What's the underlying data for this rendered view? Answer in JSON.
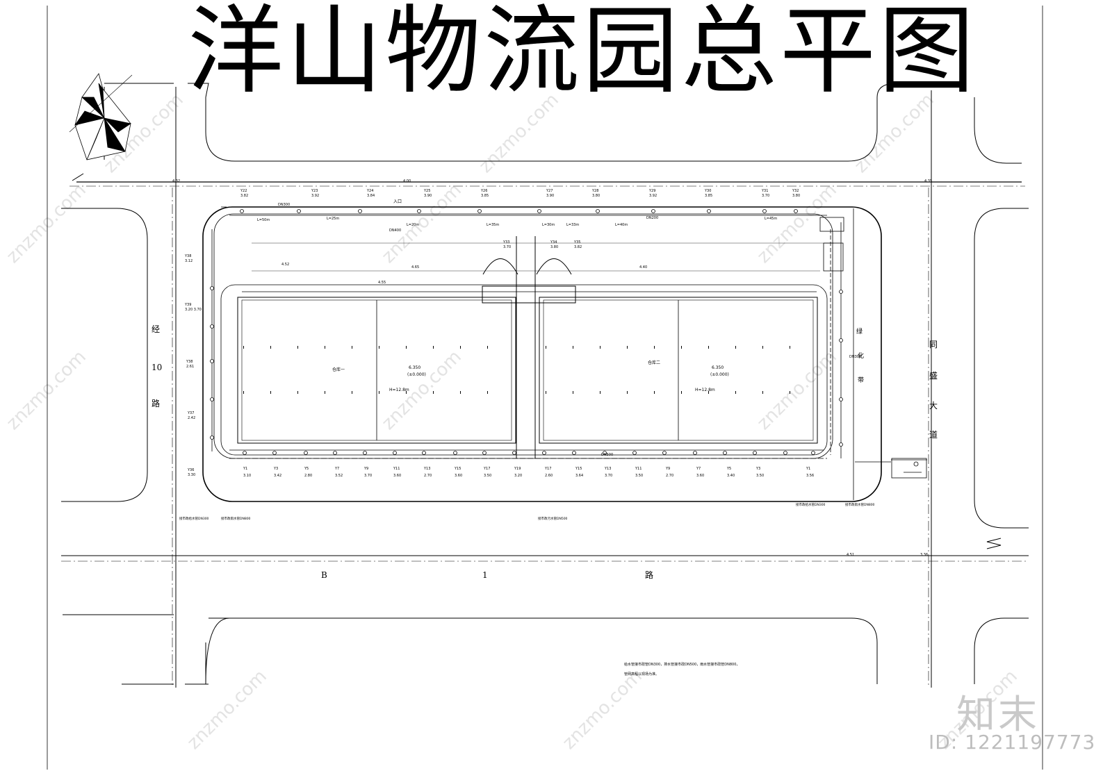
{
  "title": "洋山物流园总平图",
  "roads": {
    "west": [
      "经",
      "10",
      "路"
    ],
    "east": [
      "同",
      "盛",
      "大",
      "道"
    ],
    "south": [
      "B",
      "1",
      "路"
    ]
  },
  "green_belt": [
    "绿",
    "化",
    "带"
  ],
  "warehouses": [
    {
      "name": "仓库一",
      "elevation": "6.350",
      "relative": "(±0.000)",
      "height": "H=12.8m"
    },
    {
      "name": "仓库二",
      "elevation": "6.350",
      "relative": "(±0.000)",
      "height": "H=12.8m"
    }
  ],
  "entrance": "入口",
  "pipe_labels": [
    "DN300",
    "DN400",
    "DN200",
    "DN500",
    "DN300"
  ],
  "lengths": [
    "L=50m",
    "L=20m",
    "L=35m",
    "L=30m",
    "L=40m",
    "L=45m",
    "L=25m",
    "L=33m"
  ],
  "north_points": [
    "Y22",
    "Y23",
    "Y24",
    "Y25",
    "Y26",
    "Y27",
    "Y28",
    "Y29",
    "Y30",
    "Y31",
    "Y32",
    "Y33",
    "Y34",
    "Y35"
  ],
  "north_values": [
    "3.82",
    "3.92",
    "3.84",
    "3.90",
    "3.85",
    "3.90",
    "3.80",
    "3.92",
    "3.85",
    "3.70",
    "3.80",
    "3.70",
    "3.80",
    "3.82"
  ],
  "south_points": [
    "Y1",
    "Y3",
    "Y5",
    "Y7",
    "Y9",
    "Y11",
    "Y13",
    "Y15",
    "Y17",
    "Y19",
    "Y17",
    "Y15",
    "Y13",
    "Y11",
    "Y9",
    "Y7",
    "Y5",
    "Y3",
    "Y1"
  ],
  "south_values": [
    "3.10",
    "3.42",
    "2.80",
    "3.52",
    "3.70",
    "3.60",
    "2.70",
    "3.60",
    "3.50",
    "3.20",
    "2.60",
    "3.64",
    "3.70",
    "3.50",
    "2.70",
    "3.60",
    "3.40",
    "3.50",
    "3.56"
  ],
  "west_points": [
    "Y38",
    "Y39",
    "Y38",
    "Y37",
    "Y36"
  ],
  "west_values": [
    "3.12",
    "3.20 3.70",
    "2.61",
    "2.42",
    "3.30"
  ],
  "elevations": [
    "4.32",
    "4.35",
    "4.00",
    "4.55",
    "4.40",
    "4.52",
    "4.65",
    "4.51",
    "3.36"
  ],
  "notes": [
    "给水管接市政管DN300，排水管接市政DN500，雨水管接市政管DN800，",
    "管网高程以现场为准。"
  ],
  "connections": [
    "接市政给水管DN300",
    "接市政雨水管DN800",
    "接市政污水管DN500",
    "接市政给水管DN300",
    "接市政雨水管DN800"
  ],
  "watermark": {
    "logo": "知末",
    "id": "ID: 1221197773",
    "site": "znzmo.com"
  }
}
